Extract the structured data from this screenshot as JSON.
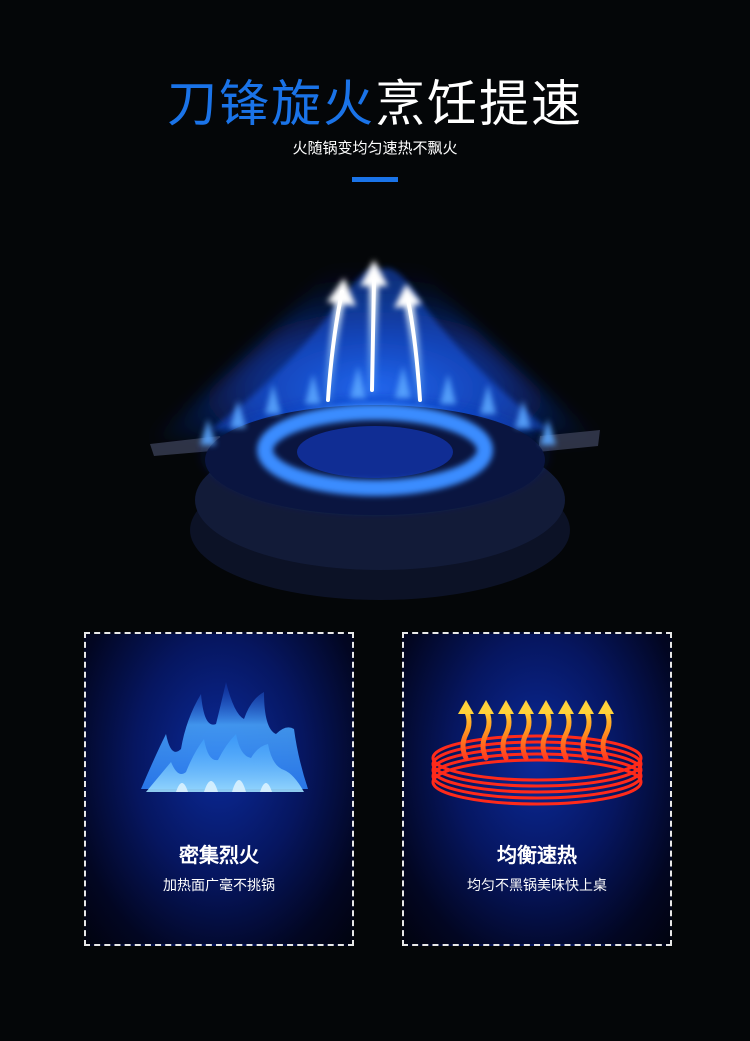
{
  "header": {
    "title_accent": "刀锋旋火",
    "title_rest": "烹饪提速",
    "subtitle": "火随锅变均匀速热不飘火",
    "accent_color": "#1a73e8"
  },
  "hero": {
    "icon": "gas-burner-flame-image"
  },
  "features": [
    {
      "icon": "dense-flame-icon",
      "title": "密集烈火",
      "description": "加热面广毫不挑锅"
    },
    {
      "icon": "heat-rings-icon",
      "title": "均衡速热",
      "description": "均匀不黑锅美味快上桌"
    }
  ]
}
